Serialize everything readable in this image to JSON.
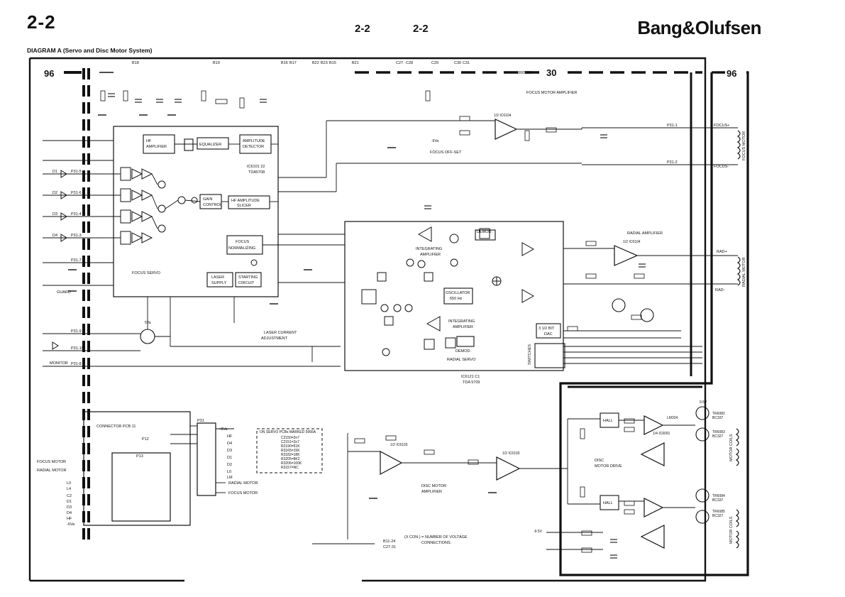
{
  "header": {
    "page_left": "2-2",
    "page_center_1": "2-2",
    "page_center_2": "2-2",
    "brand": "Bang&Olufsen",
    "diagram_title": "DIAGRAM A (Servo and Disc Motor System)"
  },
  "frame": {
    "left_tag": "96",
    "right_tag": "96",
    "top_number": "30",
    "top_code": "8005204"
  },
  "blocks": {
    "hf_amplifier": [
      "HF",
      "AMPLIFIER"
    ],
    "equalizer": "EQUALIZER",
    "amplitude_detector": [
      "AMPLITUDE",
      "DETECTOR"
    ],
    "gain_control": [
      "GAIN",
      "CONTROL"
    ],
    "hf_amplitude_slicer": [
      "HF AMPLITUDE",
      "SLICER"
    ],
    "focus_normalizing": [
      "FOCUS",
      "NORMALIZING"
    ],
    "laser_supply": [
      "LASER",
      "SUPPLY"
    ],
    "starting_circuit": [
      "STARTING",
      "CIRCUIT"
    ],
    "focus_servo": "FOCUS SERVO",
    "ic_focus": [
      "IC6101 22",
      "TDA5708"
    ],
    "integrating_amp_1": [
      "INTEGRATING",
      "AMPLIFIER"
    ],
    "oscillator": [
      "OSCILLATOR",
      "650 Hz"
    ],
    "integrating_amp_2": [
      "INTEGRATING",
      "AMPLIFIER"
    ],
    "demod_top": "DEMOD.",
    "demod_bottom": "DEMOD.",
    "radial_servo": "RADIAL SERVO",
    "ic_radial": [
      "IC6121  C1",
      "TDA 5709"
    ],
    "dac": [
      "3 1/2 BIT",
      "DAC"
    ],
    "switches": "SWITCHES",
    "focus_motor_amplifier": "FOCUS MOTOR AMPLIFIER",
    "focus_offset": "FOCUS OFF-SET",
    "radial_amplifier": "RADIAL AMPLIFIER",
    "disc_motor_amplifier": [
      "DISC MOTOR",
      "AMPLIFIER"
    ],
    "disc_motor_drive": [
      "DISC",
      "MOTOR DRIVE"
    ],
    "laser_current_adjustment": [
      "LASER CURRENT",
      "ADJUSTMENT"
    ],
    "monitor": "MONITOR",
    "guard": "GUARD",
    "hall_1": "HALL",
    "hall_2": "HALL"
  },
  "connector": {
    "title": "CONNECTOR PCB 11",
    "p12": "P12",
    "p13": "P13",
    "p31": "P31",
    "left_labels": [
      "FOCUS MOTOR",
      "RADIAL MOTOR",
      "L0",
      "L4",
      "C2",
      "D1",
      "D3",
      "D4",
      "HF",
      "-6Va"
    ],
    "right_labels": [
      "+8Va",
      "HF",
      "D4",
      "D3",
      "D1",
      "D2",
      "L0",
      "LM"
    ],
    "motor_labels": [
      "RADIAL MOTOR",
      "FOCUS MOTOR"
    ]
  },
  "note": {
    "title": "ON SERVO PCBs MARKED 5966A",
    "lines": [
      "C2150=2n7",
      "C2151=2n7",
      "R2190=51K",
      "R3165=15K",
      "R3182=18K",
      "R3205=8K2",
      "R3206=100K",
      "R3157=NC"
    ]
  },
  "footnote": [
    "(X CON.) = NUMBER OF VOLTAGE",
    "CONNECTIONS."
  ],
  "bottom_ref": [
    "B11-24",
    "C27-31"
  ],
  "right_labels": {
    "focus_plus": "FOCUS+",
    "focus_minus": "FOCUS-",
    "focus_motor": "FOCUS MOTOR",
    "rad_plus": "RAD+",
    "rad_minus": "RAD-",
    "radial_motor": "RADIAL MOTOR",
    "motor_coils_1": "MOTOR COILS",
    "motor_coils_2": "MOTOR COILS"
  },
  "ports_left": [
    "P31-5",
    "P31-6",
    "P31-4",
    "P31-3",
    "P31-7",
    "P31-9",
    "P31-10",
    "P31-8",
    "P31-1",
    "P31-2"
  ],
  "diodes_left": [
    "D1",
    "D2",
    "D3",
    "D4"
  ],
  "top_nodes": [
    "B18",
    "B19",
    "B16",
    "B17",
    "B22",
    "B23",
    "B15",
    "B21",
    "C27",
    "C28",
    "C29",
    "C30",
    "C31"
  ],
  "ics": {
    "ic_focus_motor": "1/2 IC6104",
    "ic_radial_amp": "1/2 IC6104",
    "ic_disc_motor": "1/2 IC6103",
    "ic_disc_motor_2": "1/2 IC6103",
    "ic_6091": "1/4 IC6091",
    "tr_6082": [
      "TR6082",
      "BC337"
    ],
    "tr_6083": [
      "TR6083",
      "BC327"
    ],
    "tr_6084": [
      "TR6084",
      "BC337"
    ],
    "tr_6085": [
      "TR6085",
      "BC327"
    ],
    "lm324": "LM324"
  },
  "supply": {
    "plus": "9.5V",
    "minus": "-9.5V",
    "neg6": "-6Va",
    "pos5": "5Va"
  }
}
